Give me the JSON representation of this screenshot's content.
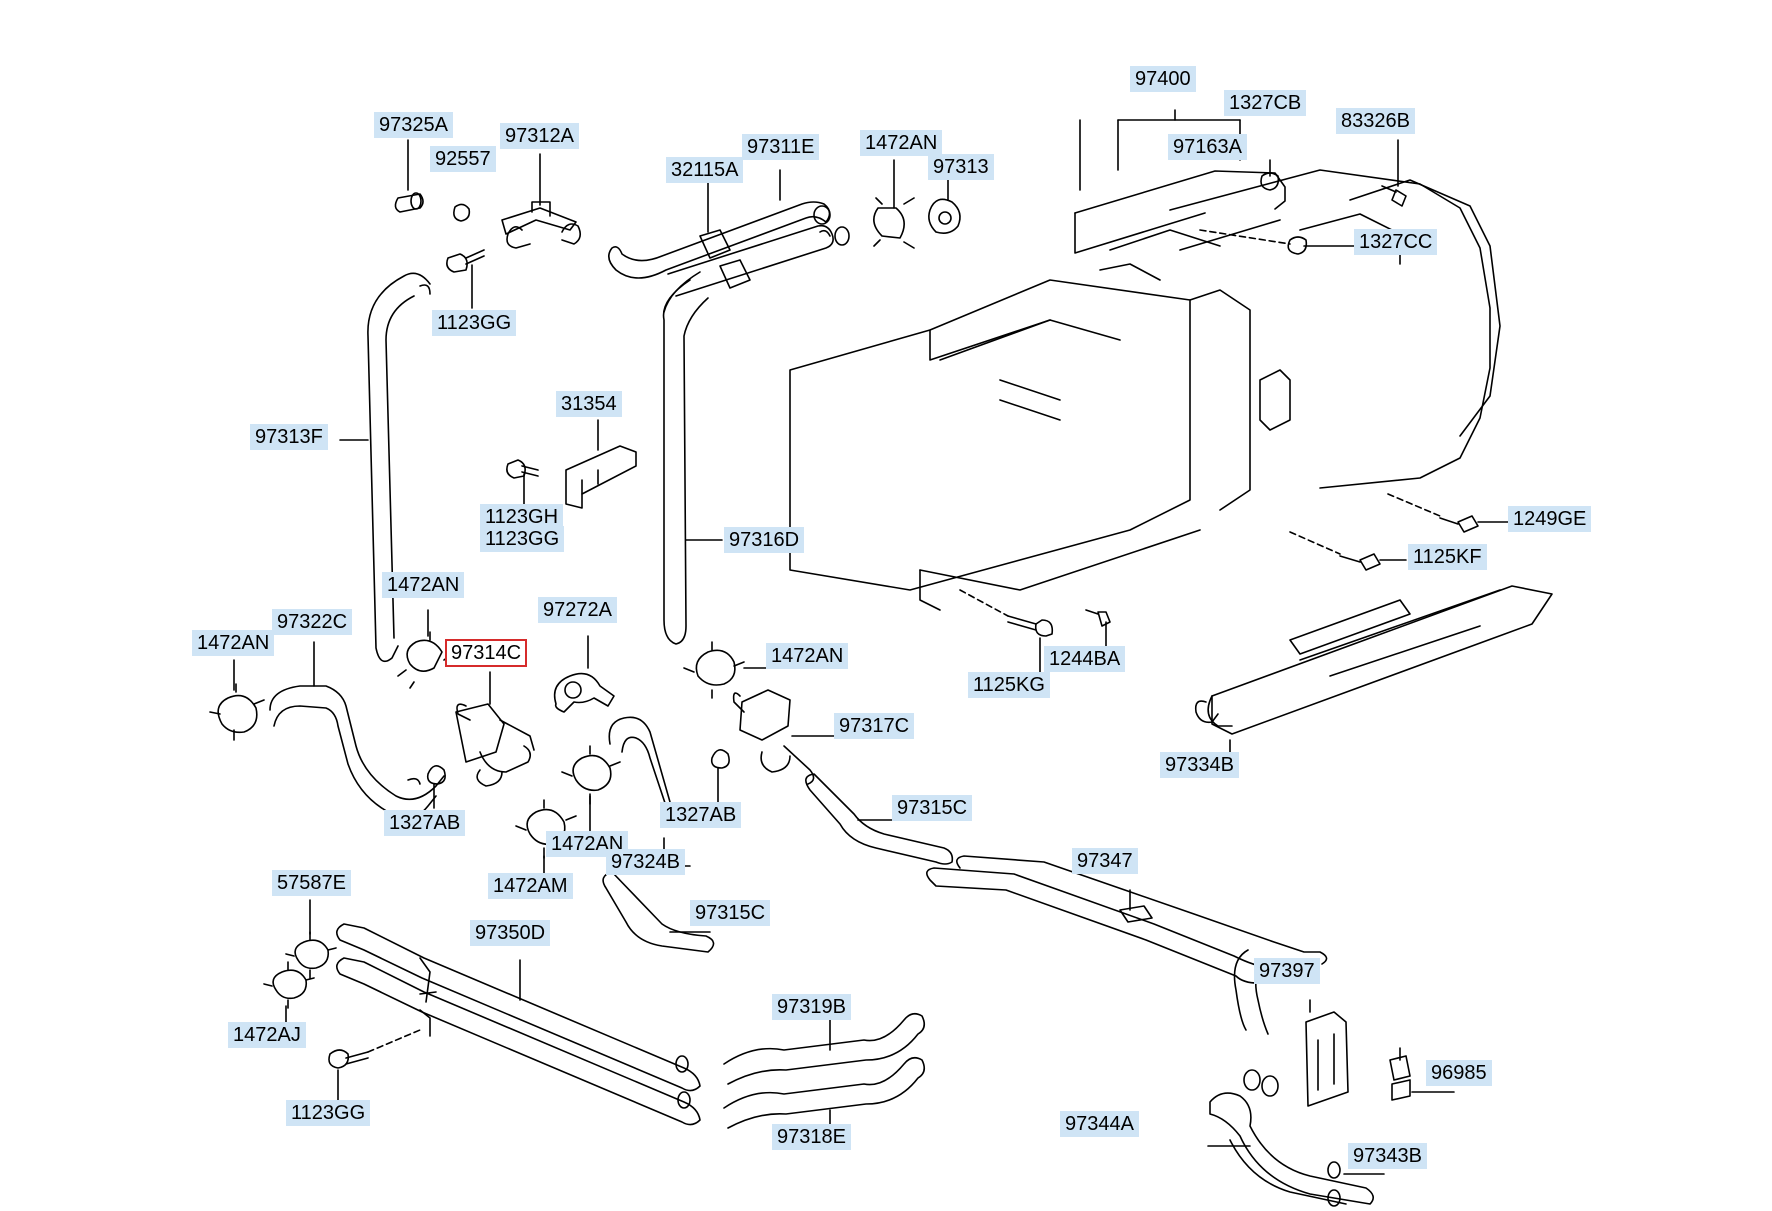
{
  "diagram": {
    "selected_part": "97314C",
    "selected_color": "#d62b2b",
    "label_bg_color": "#cfe4f5",
    "line_color": "#000000",
    "labels": {
      "p97325A": "97325A",
      "p92557": "92557",
      "p97312A": "97312A",
      "p1123GG_top": "1123GG",
      "p32115A": "32115A",
      "p97311E": "97311E",
      "p1472AN_top": "1472AN",
      "p97313": "97313",
      "p97400": "97400",
      "p1327CB": "1327CB",
      "p83326B": "83326B",
      "p97163A": "97163A",
      "p1327CC": "1327CC",
      "p97313F": "97313F",
      "p31354": "31354",
      "p1123GH": "1123GH",
      "p1123GG_mid": "1123GG",
      "p97316D": "97316D",
      "p1249GE": "1249GE",
      "p1125KF": "1125KF",
      "p1472AN_left2": "1472AN",
      "p97322C": "97322C",
      "p1472AN_left": "1472AN",
      "p97272A": "97272A",
      "p97314C": "97314C",
      "p1472AN_right": "1472AN",
      "p1125KG": "1125KG",
      "p1244BA": "1244BA",
      "p97317C": "97317C",
      "p97334B": "97334B",
      "p1327AB_left": "1327AB",
      "p1327AB_right": "1327AB",
      "p97315C_right": "97315C",
      "p1472AN_mid": "1472AN",
      "p97324B": "97324B",
      "p1472AM": "1472AM",
      "p97347": "97347",
      "p57587E": "57587E",
      "p97315C_mid": "97315C",
      "p97350D": "97350D",
      "p97397": "97397",
      "p1472AJ": "1472AJ",
      "p97319B": "97319B",
      "p96985": "96985",
      "p1123GG_bot": "1123GG",
      "p97344A": "97344A",
      "p97318E": "97318E",
      "p97343B": "97343B"
    }
  }
}
